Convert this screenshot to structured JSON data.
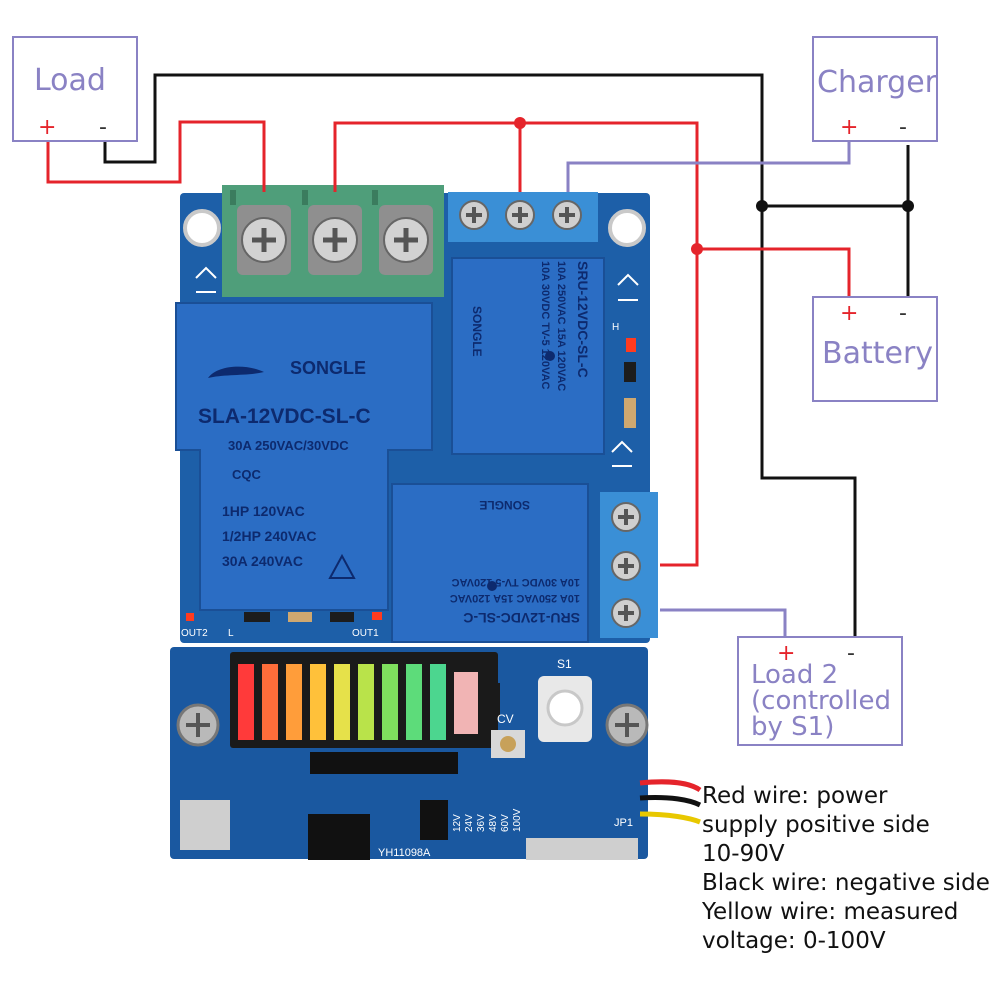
{
  "load_box": {
    "label": "Load",
    "plus": "+",
    "minus": "-"
  },
  "charger_box": {
    "label": "Charger",
    "plus": "+",
    "minus": "-"
  },
  "battery_box": {
    "label": "Battery",
    "plus": "+",
    "minus": "-"
  },
  "load2_box": {
    "lines": [
      "Load 2",
      "(controlled",
      "by S1)"
    ],
    "plus": "+",
    "minus": "-"
  },
  "main_relay": {
    "brand": "SONGLE",
    "model": "SLA-12VDC-SL-C",
    "rating": "30A 250VAC/30VDC",
    "cert": "CQC",
    "line1": "1HP 120VAC",
    "line2": "1/2HP 240VAC",
    "line3": "30A 240VAC"
  },
  "relay_top": {
    "model": "SRU-12VDC-SL-C",
    "line1": "10A 250VAC 15A 120VAC",
    "line2": "10A 30VDC TV-5 120VAC",
    "brand": "SONGLE"
  },
  "relay_bottom": {
    "model": "SRU-12VDC-SL-C",
    "line1": "10A 250VAC 15A 120VAC",
    "line2": "10A 30VDC TV-5 120VAC",
    "brand": "SONGLE"
  },
  "board": {
    "out2": "OUT2",
    "out2_l": "L",
    "out1": "OUT1",
    "h_label": "H",
    "s1": "S1",
    "cv": "CV",
    "jp1": "JP1",
    "model": "YH11098A",
    "volts": [
      "12V",
      "24V",
      "36V",
      "48V",
      "60V",
      "100V"
    ]
  },
  "wire_notes": [
    "Red wire: power",
    "supply positive side",
    "10-90V",
    "Black wire: negative side",
    "Yellow wire: measured",
    "voltage: 0-100V"
  ],
  "colors": {
    "box_border": "#8a82c4",
    "wire_red": "#e5242b",
    "wire_black": "#111111",
    "wire_purple": "#8a82c4",
    "pcb": "#1d5fa8",
    "relay": "#2b6dc4",
    "terminal_green": "#4f9e7a",
    "terminal_blue": "#3a8fd6"
  }
}
